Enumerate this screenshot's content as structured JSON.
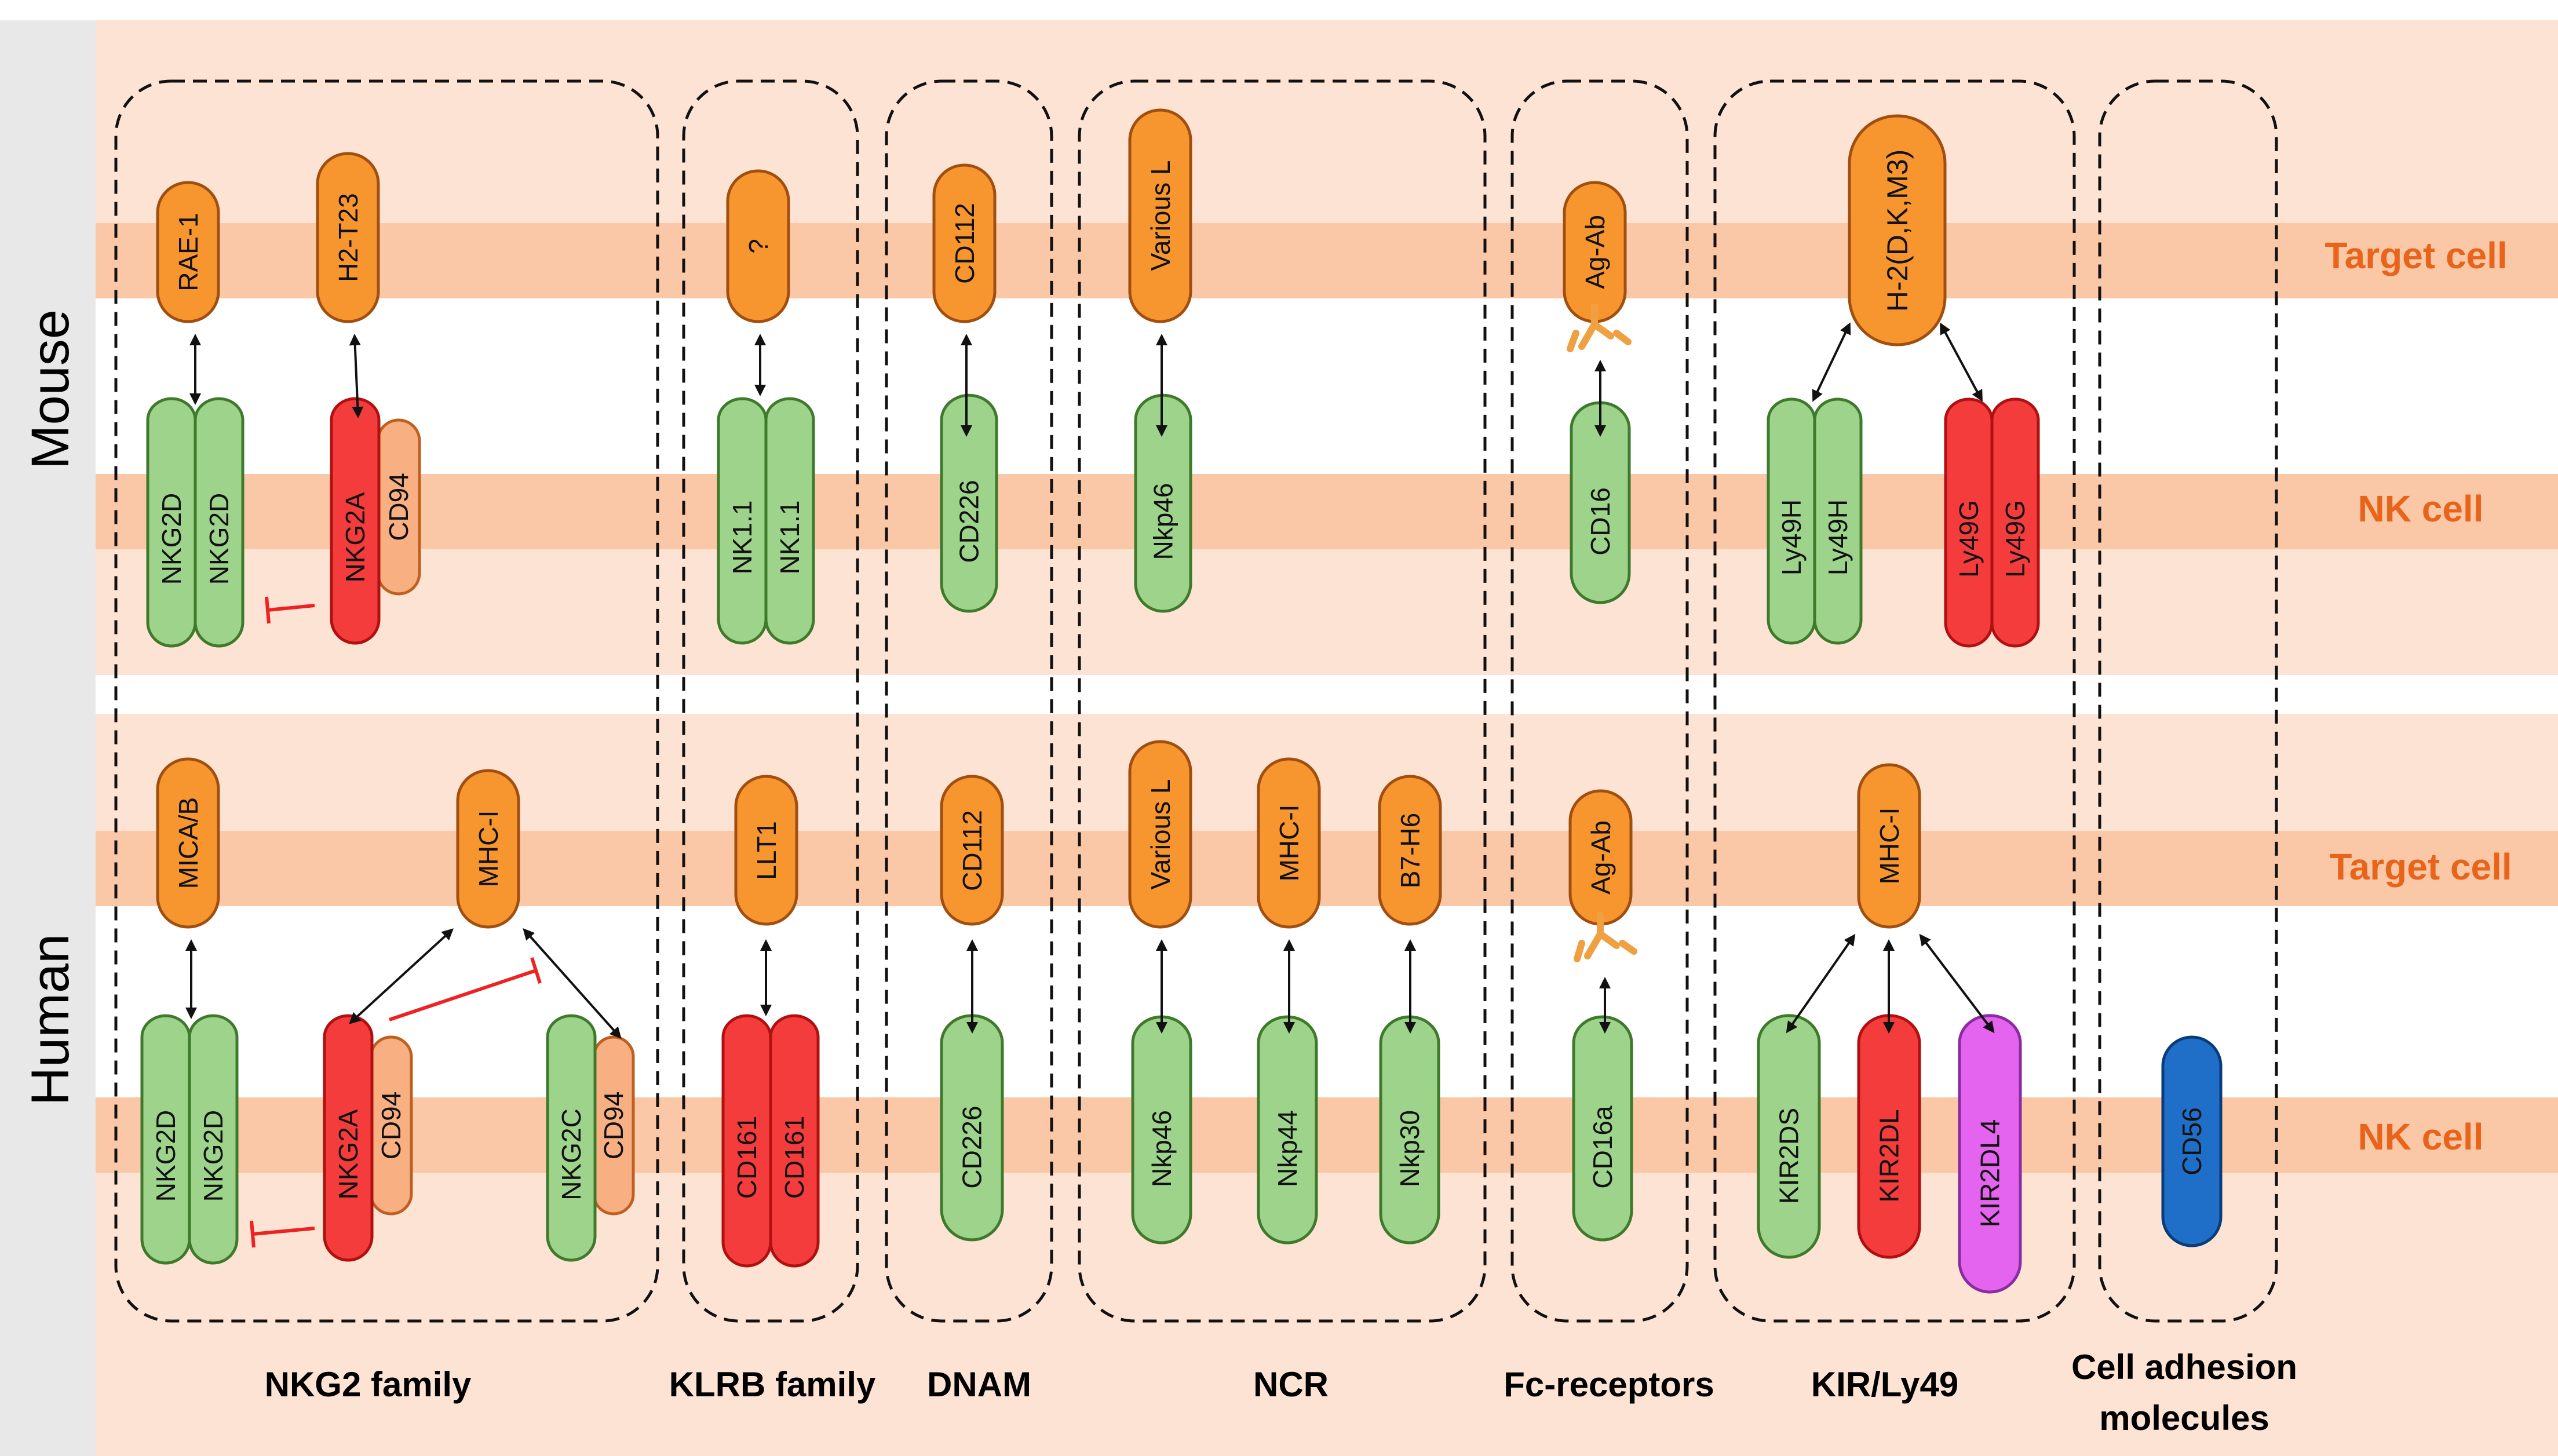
{
  "species": {
    "mouse": "Mouse",
    "human": "Human"
  },
  "row_labels": {
    "mouse_target": "Target cell",
    "mouse_nk": "NK cell",
    "human_target": "Target cell",
    "human_nk": "NK cell"
  },
  "families": {
    "nkg2": "NKG2 family",
    "klrb": "KLRB family",
    "dnam": "DNAM",
    "ncr": "NCR",
    "fc": "Fc-receptors",
    "kir": "KIR/Ly49",
    "cam_line1": "Cell adhesion",
    "cam_line2": "molecules"
  },
  "mouse": {
    "ligands": {
      "rae1": "RAE-1",
      "h2t23": "H2-T23",
      "unknown": "?",
      "cd112": "CD112",
      "various_l": "Various L",
      "ag_ab": "Ag-Ab",
      "h2dkm3": "H-2(D,K,M3)"
    },
    "receptors": {
      "nkg2d": "NKG2D",
      "nkg2a": "NKG2A",
      "cd94": "CD94",
      "nk11": "NK1.1",
      "cd226": "CD226",
      "nkp46": "Nkp46",
      "cd16": "CD16",
      "ly49h": "Ly49H",
      "ly49g": "Ly49G"
    }
  },
  "human": {
    "ligands": {
      "mica_b": "MICA/B",
      "mhc1_nkg2": "MHC-I",
      "llt1": "LLT1",
      "cd112": "CD112",
      "various_l": "Various L",
      "mhc1_ncr": "MHC-I",
      "b7h6": "B7-H6",
      "ag_ab": "Ag-Ab",
      "mhc1_kir": "MHC-I"
    },
    "receptors": {
      "nkg2d": "NKG2D",
      "nkg2a": "NKG2A",
      "cd94_a": "CD94",
      "nkg2c": "NKG2C",
      "cd94_c": "CD94",
      "cd161": "CD161",
      "cd226": "CD226",
      "nkp46": "Nkp46",
      "nkp44": "Nkp44",
      "nkp30": "Nkp30",
      "cd16a": "CD16a",
      "kir2ds": "KIR2DS",
      "kir2dl": "KIR2DL",
      "kir2dl4": "KIR2DL4",
      "cd56": "CD56"
    }
  },
  "colors": {
    "background": "#fde3d3",
    "band": "#fac8a6",
    "side_bar": "#e8e8e8",
    "label_orange": "#e8641a",
    "ligand_fill": "#f7962e",
    "ligand_stroke": "#a04f10",
    "activating_fill": "#9dd38a",
    "activating_stroke": "#3f7a2c",
    "inhibitory_fill": "#f53c3c",
    "inhibitory_stroke": "#b01010",
    "cd94_fill": "#f8b083",
    "cd94_stroke": "#c06020",
    "purple_fill": "#e464f0",
    "purple_stroke": "#8a2ca0",
    "blue_fill": "#1f6fc8",
    "blue_stroke": "#0a3c7a",
    "inhibit_line": "#ee2222"
  }
}
